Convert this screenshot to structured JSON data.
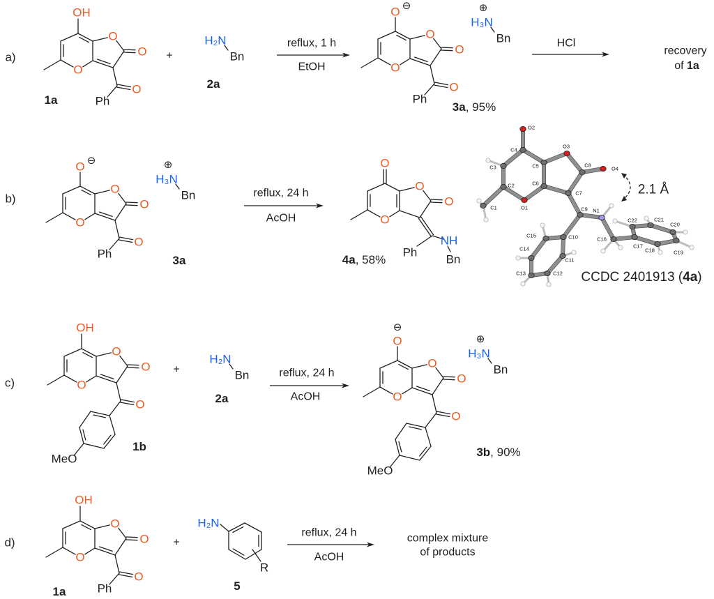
{
  "panels": {
    "a": "a)",
    "b": "b)",
    "c": "c)",
    "d": "d)"
  },
  "atoms": {
    "O": "O",
    "OH": "OH",
    "Ph": "Ph",
    "MeO": "MeO",
    "NH": "NH",
    "Bn": "Bn",
    "H2N": "H₂N",
    "H3N": "H₃N",
    "R": "R"
  },
  "charges": {
    "minus": "⊖",
    "plus": "⊕"
  },
  "plus_sign": "+",
  "reactions": {
    "a": {
      "conditions_above": "reflux, 1 h",
      "conditions_below": "EtOH",
      "second_arrow_above": "HCl",
      "outcome_line1": "recovery",
      "outcome_line2_prefix": "of ",
      "outcome_line2_bold": "1a"
    },
    "b": {
      "conditions_above": "reflux, 24 h",
      "conditions_below": "AcOH"
    },
    "c": {
      "conditions_above": "reflux, 24 h",
      "conditions_below": "AcOH"
    },
    "d": {
      "conditions_above": "reflux, 24 h",
      "conditions_below": "AcOH",
      "outcome_line1": "complex mixture",
      "outcome_line2": "of products"
    }
  },
  "compound_labels": {
    "1a": "1a",
    "2a": "2a",
    "3a": "3a",
    "3a_yield": ", 95%",
    "4a": "4a",
    "4a_yield": ", 58%",
    "1b": "1b",
    "3b": "3b",
    "3b_yield": ", 90%",
    "5": "5"
  },
  "crystal": {
    "atoms": [
      "O2",
      "C4",
      "C3",
      "C2",
      "O1",
      "C1",
      "C6",
      "C5",
      "O3",
      "C8",
      "O4",
      "C7",
      "C9",
      "N1",
      "C10",
      "C11",
      "C12",
      "C13",
      "C14",
      "C15",
      "C16",
      "C17",
      "C18",
      "C19",
      "C20",
      "C21",
      "C22"
    ],
    "distance": "2.1 Å",
    "ccdc_prefix": "CCDC 2401913 (",
    "ccdc_bold": "4a",
    "ccdc_suffix": ")"
  },
  "colors": {
    "oxygen": "#f15a22",
    "nitrogen": "#1a63f0",
    "bond": "#231f20",
    "crystal_oxygen": "#d42020",
    "crystal_nitrogen": "#9a9af0",
    "crystal_carbon": "#8a8a8a",
    "crystal_hydrogen": "#f4f4f4"
  }
}
